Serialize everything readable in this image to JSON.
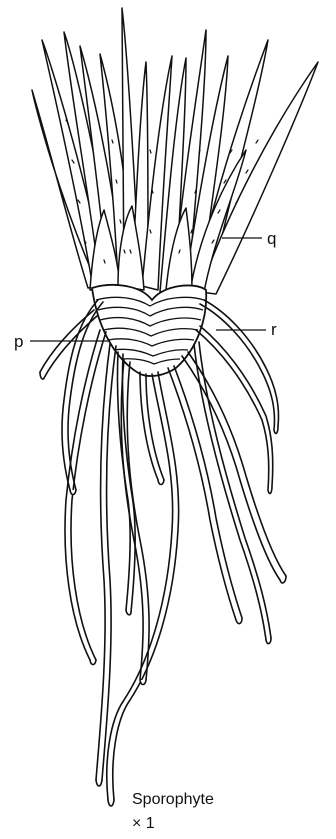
{
  "figure": {
    "labels": {
      "p": "p",
      "q": "q",
      "r": "r"
    },
    "caption": {
      "line1": "Sporophyte",
      "line2": "× 1"
    },
    "colors": {
      "ink": "#111111",
      "background": "#ffffff"
    }
  }
}
